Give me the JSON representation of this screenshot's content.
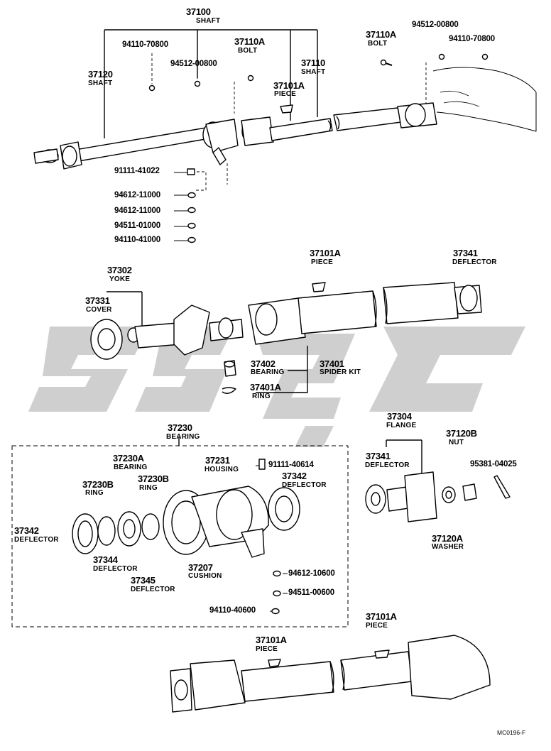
{
  "colors": {
    "ink": "#000000",
    "watermark": "#cfcfcf",
    "paper": "#ffffff"
  },
  "watermark": {
    "text": "SSGC"
  },
  "labels": {
    "l37100": "37100",
    "n37100": "SHAFT",
    "l94110a": "94110-70800",
    "l37110A1": "37110A",
    "n37110A1": "BOLT",
    "l94512a": "94512-00800",
    "l37120": "37120",
    "n37120": "SHAFT",
    "l37101A1": "37101A",
    "n37101A1": "PIECE",
    "l37110": "37110",
    "n37110": "SHAFT",
    "l37110A2": "37110A",
    "n37110A2": "BOLT",
    "l94512b": "94512-00800",
    "l94110b": "94110-70800",
    "l91111a": "91111-41022",
    "l94612a": "94612-11000",
    "l94612b": "94612-11000",
    "l94511a": "94511-01000",
    "l94110c": "94110-41000",
    "l37302": "37302",
    "n37302": "YOKE",
    "l37331": "37331",
    "n37331": "COVER",
    "l37101A2": "37101A",
    "n37101A2": "PIECE",
    "l37341a": "37341",
    "n37341a": "DEFLECTOR",
    "l37402": "37402",
    "n37402": "BEARING",
    "l37401": "37401",
    "n37401": "SPIDER KIT",
    "l37401A": "37401A",
    "n37401A": "RING",
    "l37230": "37230",
    "n37230": "BEARING",
    "l37230A": "37230A",
    "n37230A": "BEARING",
    "l37231": "37231",
    "n37231": "HOUSING",
    "l91111b": "91111-40614",
    "l37342a": "37342",
    "n37342a": "DEFLECTOR",
    "l37230B1": "37230B",
    "n37230B1": "RING",
    "l37230B2": "37230B",
    "n37230B2": "RING",
    "l37342b": "37342",
    "n37342b": "DEFLECTOR",
    "l37344": "37344",
    "n37344": "DEFLECTOR",
    "l37207": "37207",
    "n37207": "CUSHION",
    "l37345": "37345",
    "n37345": "DEFLECTOR",
    "l94612c": "94612-10600",
    "l94511b": "94511-00600",
    "l94110d": "94110-40600",
    "l37304": "37304",
    "n37304": "FLANGE",
    "l37341b": "37341",
    "n37341b": "DEFLECTOR",
    "l37120B": "37120B",
    "n37120B": "NUT",
    "l95381": "95381-04025",
    "l37120A": "37120A",
    "n37120A": "WASHER",
    "l37101A3": "37101A",
    "n37101A3": "PIECE",
    "l37101A4": "37101A",
    "n37101A4": "PIECE",
    "code": "MC0196-F"
  }
}
